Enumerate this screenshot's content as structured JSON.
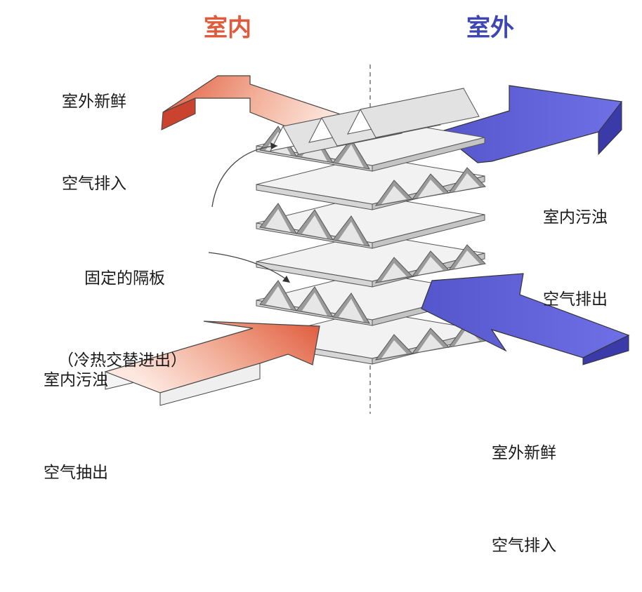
{
  "headers": {
    "indoor": "室内",
    "outdoor": "室外",
    "indoor_color": "#e05a3c",
    "outdoor_color": "#3e46b4"
  },
  "labels": {
    "top_left_line1": "室外新鲜",
    "top_left_line2": "空气排入",
    "top_right_line1": "室内污浊",
    "top_right_line2": "空气排出",
    "middle_line1": "固定的隔板",
    "middle_line2": "（冷热交替进出）",
    "bottom_left_line1": "室内污浊",
    "bottom_left_line2": "空气抽出",
    "bottom_right_line1": "室外新鲜",
    "bottom_right_line2": "空气排入"
  },
  "colors": {
    "warm_arrow": "#e0604a",
    "cool_arrow": "#6a6ae0"
  }
}
